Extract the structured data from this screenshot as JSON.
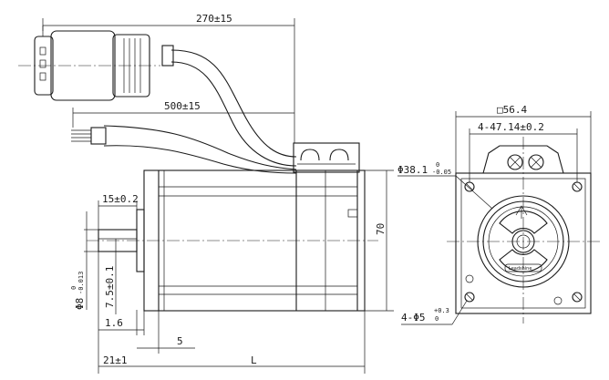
{
  "dimensions": {
    "lead_270": "270±15",
    "lead_500": "500±15",
    "flange_square": "□56.4",
    "hole_spacing": "4-47.14±0.2",
    "pilot_dia_main": "Φ38.1",
    "pilot_dia_tol_top": "0",
    "pilot_dia_tol_bot": "-0.05",
    "shaft_length": "15±0.2",
    "body_height": "70",
    "shaft_dia_main": "Φ8",
    "shaft_dia_tol_top": "0",
    "shaft_dia_tol_bot": "-0.013",
    "flat_depth": "7.5±0.1",
    "flange_thickness": "1.6",
    "pilot_depth": "5",
    "shaft_total": "21±1",
    "body_length": "L",
    "mount_holes_main": "4-Φ5",
    "mount_holes_tol_top": "+0.3",
    "mount_holes_tol_bot": "0"
  },
  "label_plate_text": "Leadshine"
}
